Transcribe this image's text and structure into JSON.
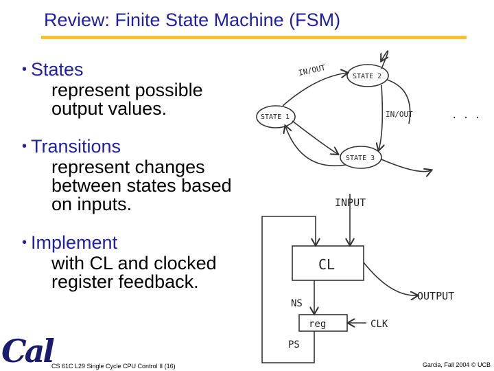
{
  "slide": {
    "title": "Review: Finite State Machine (FSM)",
    "bullets": [
      {
        "head": "States",
        "body": "represent possible output values."
      },
      {
        "head": "Transitions",
        "body": "represent changes between states based on inputs."
      },
      {
        "head": "Implement",
        "body": "with CL and clocked register feedback."
      }
    ]
  },
  "diagram": {
    "labels": {
      "in_out_top": "IN/OUT",
      "state1": "STATE 1",
      "state2": "STATE 2",
      "state3": "STATE 3",
      "in_out_right": "IN/OUT",
      "ellipsis": ". . .",
      "input": "INPUT",
      "cl": "CL",
      "ns": "NS",
      "output": "OUTPUT",
      "reg": "reg",
      "clk": "CLK",
      "ps": "PS"
    }
  },
  "footer": {
    "left": "CS 61C L29 Single Cycle CPU Control II (16)",
    "right": "Garcia, Fall 2004 © UCB"
  },
  "logo": {
    "text": "Cal"
  },
  "colors": {
    "title": "#1f1fa8",
    "rule": "#f2c230"
  }
}
